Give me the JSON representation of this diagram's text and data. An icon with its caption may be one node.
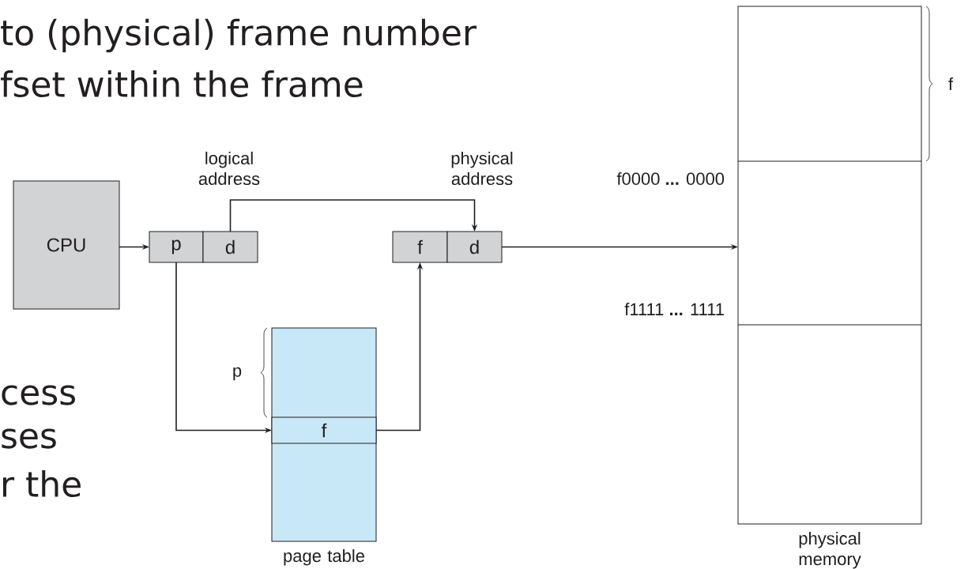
{
  "diagram": {
    "nodes": [
      {
        "text": [
          "CPU"
        ]
      },
      {
        "text": [
          "p"
        ]
      },
      {
        "text": [
          "d"
        ]
      },
      {
        "text": [
          "f"
        ]
      },
      {
        "text": [
          "d"
        ]
      },
      {
        "text": [
          "page table"
        ]
      },
      {
        "text": [
          "f"
        ],
        "in": 5
      },
      {
        "text": [
          "physical memory"
        ],
        "beside": [
          "f0000 **...** 0000",
          "f1111 **...** 1111"
        ]
      }
    ],
    "edges": [
      {
        "from": 0,
        "to": 1,
        "arrow": "to"
      },
      {
        "from": 2,
        "to": 4,
        "arrow": "to"
      },
      {
        "from": 1,
        "to": 6,
        "arrow": "to"
      },
      {
        "from": 6,
        "to": 3,
        "arrow": "to"
      },
      {
        "from": 4,
        "to": 7,
        "arrow": "to"
      }
    ],
    "labels": [
      "to (physical) frame number",
      "fset within the frame",
      "cess",
      "ses",
      "r the",
      "logical address",
      "physical address",
      "p",
      "f"
    ]
  }
}
